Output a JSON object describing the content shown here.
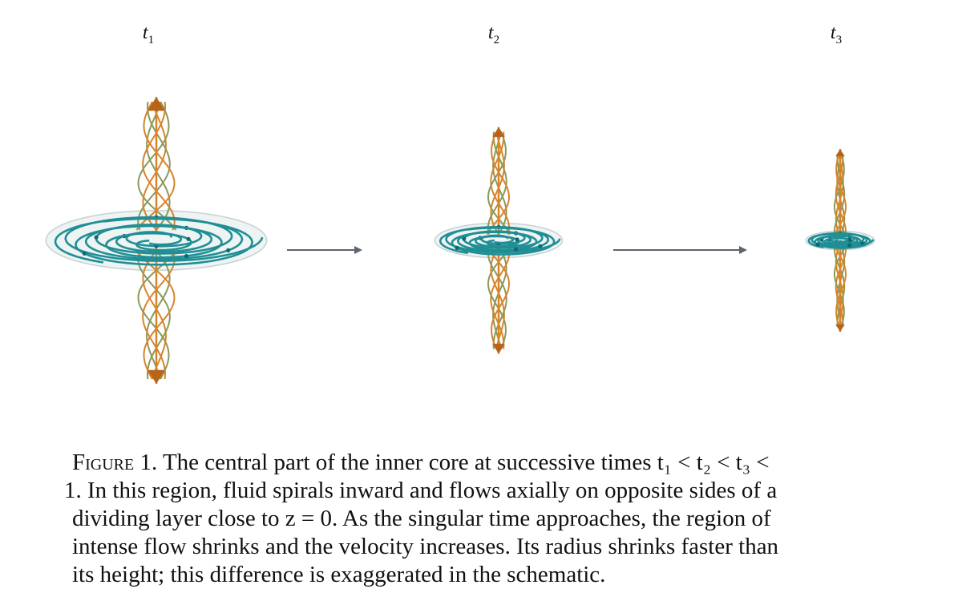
{
  "labels": {
    "t1": {
      "base": "t",
      "sub": "1"
    },
    "t2": {
      "base": "t",
      "sub": "2"
    },
    "t3": {
      "base": "t",
      "sub": "3"
    }
  },
  "caption": {
    "figure_tag": "Figure 1.",
    "lines": [
      "The central part of the inner core at successive times t₁ < t₂ < t₃ <",
      "1. In this region, fluid spirals inward and flows axially on opposite sides of a",
      "dividing layer close to z = 0. As the singular time approaches, the region of",
      "intense flow shrinks and the velocity increases. Its radius shrinks faster than",
      "its height; this difference is exaggerated in the schematic."
    ]
  },
  "colors": {
    "axial": "#d9832a",
    "spiral": "#1f8f95",
    "disk_fill": "#eef3f3",
    "disk_edge": "#c7d2d2",
    "arrow": "#5d6570"
  },
  "icons": [
    "arrow-right-icon",
    "arrow-right-icon"
  ]
}
